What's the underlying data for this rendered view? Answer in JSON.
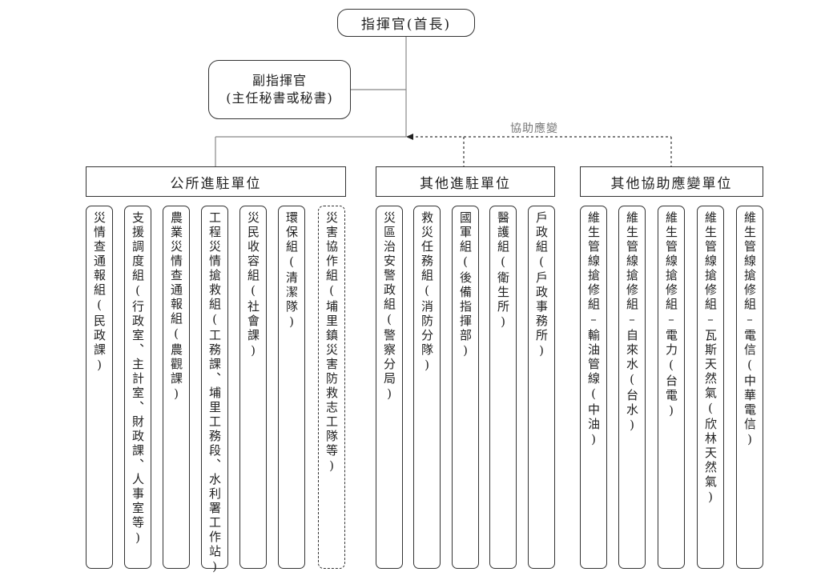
{
  "commander": "指揮官(首長)",
  "deputy": {
    "line1": "副指揮官",
    "line2": "(主任秘書或秘書)"
  },
  "assist_label": "協助應變",
  "groups": [
    {
      "label": "公所進駐單位",
      "units": [
        "災情查通報組(民政課)",
        "支援調度組(行政室、主計室、財政課、人事室等)",
        "農業災情查通報組(農觀課)",
        "工程災情搶救組(工務課、埔里工務段、水利署工作站)",
        "災民收容組(社會課)",
        "環保組(清潔隊)",
        "災害協作組(埔里鎮災害防救志工隊等)"
      ]
    },
    {
      "label": "其他進駐單位",
      "units": [
        "災區治安警政組(警察分局)",
        "救災任務組(消防分隊)",
        "國軍組(後備指揮部)",
        "醫護組(衛生所)",
        "戶政組(戶政事務所)"
      ]
    },
    {
      "label": "其他協助應變單位",
      "units": [
        "維生管線搶修組–輸油管線(中油)",
        "維生管線搶修組–自來水(台水)",
        "維生管線搶修組–電力(台電)",
        "維生管線搶修組–瓦斯天然氣(欣林天然氣)",
        "維生管線搶修組–電信(中華電信)"
      ]
    }
  ]
}
